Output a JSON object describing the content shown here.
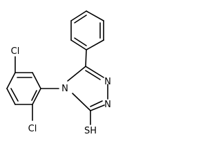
{
  "molecule": {
    "atom_labels": {
      "chlorine_top": "Cl",
      "chlorine_bottom": "Cl",
      "nitrogen_ring_left": "N",
      "nitrogen_top_right": "N",
      "nitrogen_bottom_right": "N",
      "thiol": "SH"
    },
    "colors": {
      "bond": "#000000",
      "label": "#000000",
      "background": "#ffffff"
    }
  }
}
